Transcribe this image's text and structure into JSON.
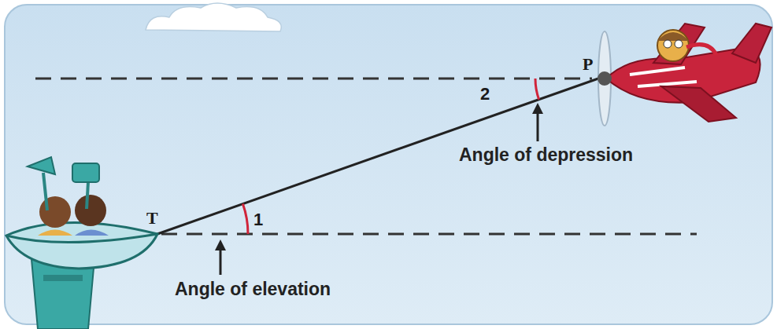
{
  "diagram": {
    "labels": [
      "P",
      "2",
      "Angle of depression",
      "T",
      "1",
      "Angle of elevation"
    ]
  }
}
